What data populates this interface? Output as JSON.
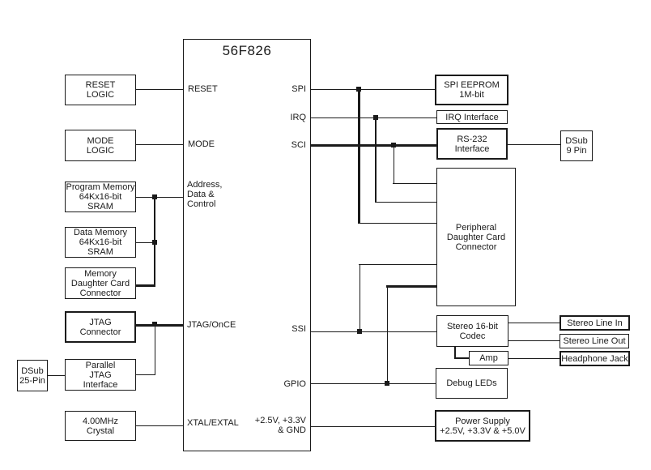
{
  "colors": {
    "ink": "#1a1a1a",
    "background": "#ffffff"
  },
  "chip": {
    "title": "56F826",
    "pins": {
      "reset": "RESET",
      "mode": "MODE",
      "addr": "Address,\nData &\nControl",
      "jtag": "JTAG/OnCE",
      "xtal": "XTAL/EXTAL",
      "spi": "SPI",
      "irq": "IRQ",
      "sci": "SCI",
      "ssi": "SSI",
      "gpio": "GPIO",
      "power": "+2.5V, +3.3V\n& GND"
    }
  },
  "boxes": {
    "reset_logic": "RESET\nLOGIC",
    "mode_logic": "MODE\nLOGIC",
    "program_memory": "Program Memory\n64Kx16-bit\nSRAM",
    "data_memory": "Data Memory\n64Kx16-bit\nSRAM",
    "memory_dcc": "Memory\nDaughter Card\nConnector",
    "jtag_connector": "JTAG\nConnector",
    "dsub25": "DSub\n25-Pin",
    "parallel_jtag": "Parallel\nJTAG\nInterface",
    "crystal": "4.00MHz\nCrystal",
    "spi_eeprom": "SPI EEPROM\n1M-bit",
    "irq_interface": "IRQ Interface",
    "rs232": "RS-232\nInterface",
    "dsub9": "DSub\n9 Pin",
    "peripheral_dcc": "Peripheral\nDaughter Card\nConnector",
    "codec": "Stereo 16-bit\nCodec",
    "amp": "Amp",
    "stereo_line_in": "Stereo Line In",
    "stereo_line_out": "Stereo Line Out",
    "headphone_jack": "Headphone Jack",
    "debug_leds": "Debug LEDs",
    "power_supply": "Power Supply\n+2.5V, +3.3V & +5.0V"
  }
}
